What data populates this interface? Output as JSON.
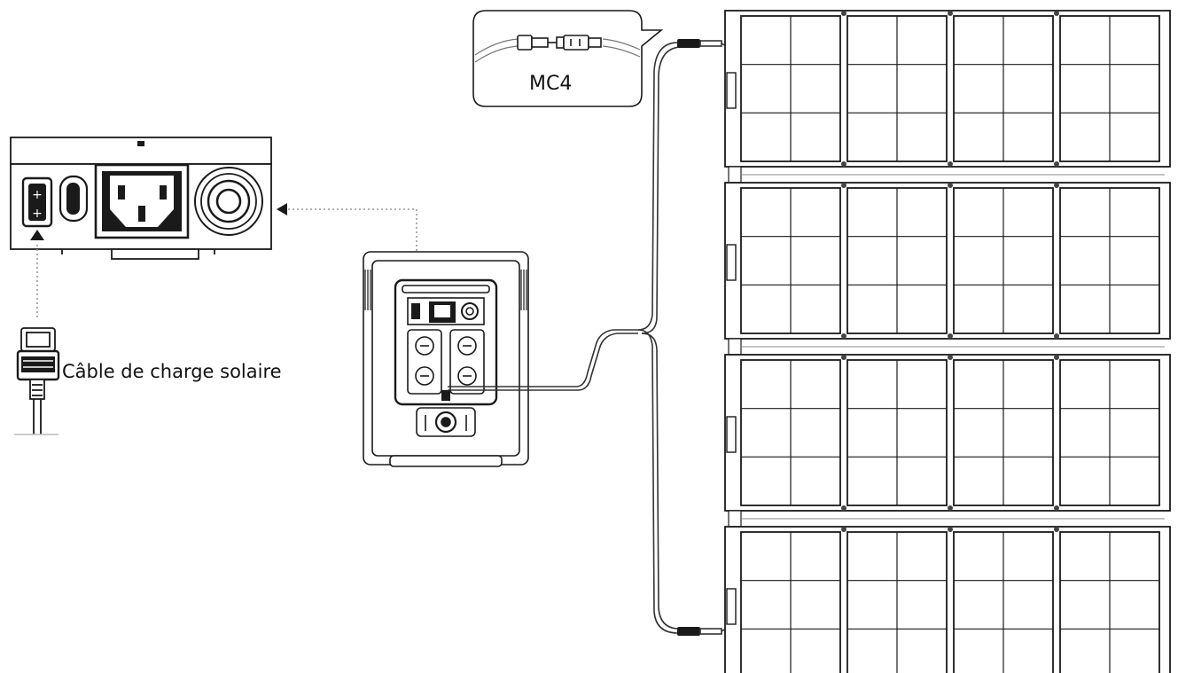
{
  "labels": {
    "connector": "MC4",
    "cable": "Câble de charge solaire"
  },
  "colors": {
    "line": "#1a1a1a",
    "cable": "#333333",
    "dotted": "#999999",
    "panel_bg": "#ffffff"
  },
  "panels": {
    "count": 4,
    "segments_per_panel": 4,
    "cells_per_segment": [
      2,
      3
    ]
  },
  "icons": {
    "arrow": "triangle-arrow-icon",
    "connector": "mc4-connector-icon",
    "plug": "solar-plug-icon"
  }
}
